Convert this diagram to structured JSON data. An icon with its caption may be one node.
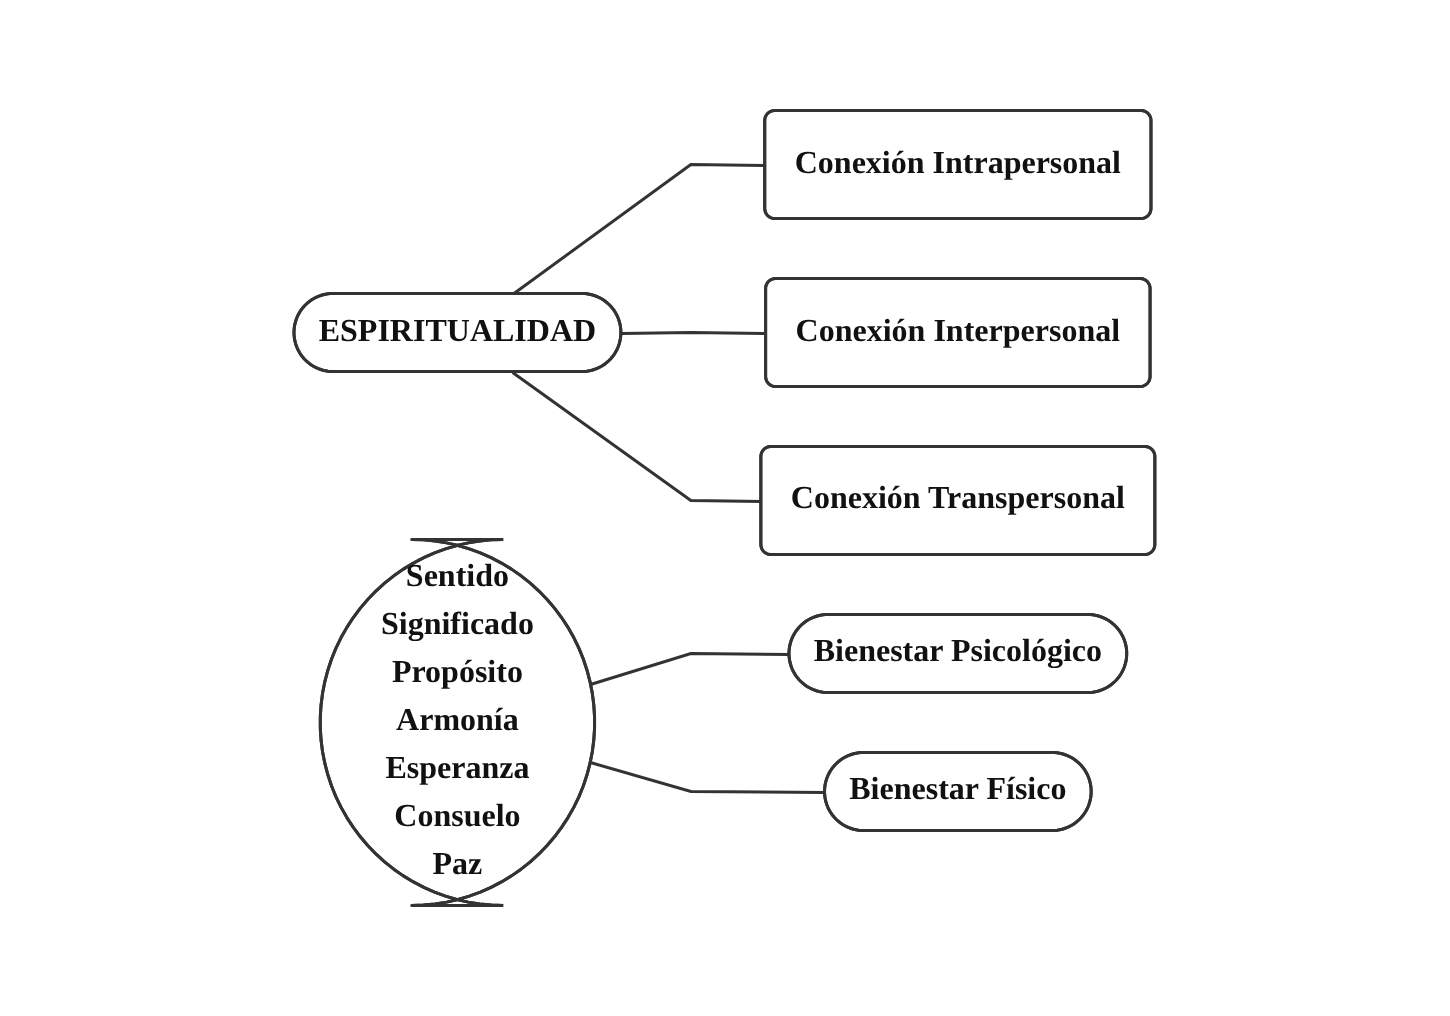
{
  "diagram": {
    "nodes": [
      {
        "text": [
          "ESPIRITUALIDAD"
        ]
      },
      {
        "text": [
          "Conexión Intrapersonal"
        ]
      },
      {
        "text": [
          "Conexión Interpersonal"
        ]
      },
      {
        "text": [
          "Conexión Transpersonal"
        ]
      },
      {
        "text": [
          "Sentido",
          "Significado",
          "Propósito",
          "Armonía",
          "Esperanza",
          "Consuelo",
          "Paz"
        ]
      },
      {
        "text": [
          "Bienestar Psicológico"
        ]
      },
      {
        "text": [
          "Bienestar Físico"
        ]
      }
    ],
    "edges": [
      {
        "from": 0,
        "to": 1,
        "arrow": "none"
      },
      {
        "from": 0,
        "to": 2,
        "arrow": "none"
      },
      {
        "from": 0,
        "to": 3,
        "arrow": "none"
      },
      {
        "from": 4,
        "to": 5,
        "arrow": "none"
      },
      {
        "from": 4,
        "to": 6,
        "arrow": "none"
      }
    ]
  }
}
